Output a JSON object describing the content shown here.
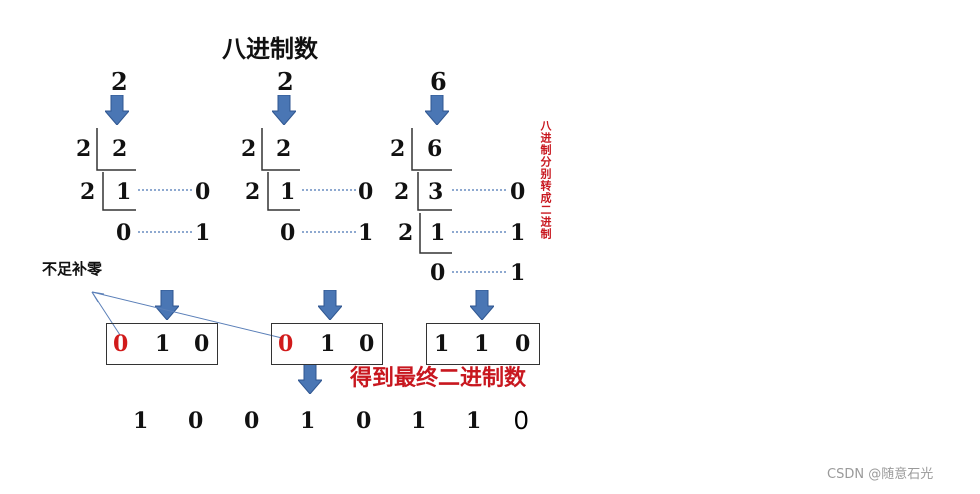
{
  "title": "八进制数",
  "octal_digits": [
    "2",
    "2",
    "6"
  ],
  "columns": [
    {
      "divisor_rows": [
        {
          "divisor": "2",
          "value": "2"
        },
        {
          "divisor": "2",
          "value": "1",
          "remainder": "0"
        },
        {
          "value": "0",
          "remainder": "1"
        }
      ],
      "result_bits": [
        "0",
        "1",
        "0"
      ]
    },
    {
      "divisor_rows": [
        {
          "divisor": "2",
          "value": "2"
        },
        {
          "divisor": "2",
          "value": "1",
          "remainder": "0"
        },
        {
          "value": "0",
          "remainder": "1"
        }
      ],
      "result_bits": [
        "0",
        "1",
        "0"
      ]
    },
    {
      "divisor_rows": [
        {
          "divisor": "2",
          "value": "6"
        },
        {
          "divisor": "2",
          "value": "3",
          "remainder": "0"
        },
        {
          "divisor": "2",
          "value": "1",
          "remainder": "1"
        },
        {
          "value": "0",
          "remainder": "1"
        }
      ],
      "result_bits": [
        "1",
        "1",
        "0"
      ]
    }
  ],
  "side_note": "八进制分别转成二进制",
  "pad_note": "不足补零",
  "final_label": "得到最终二进制数",
  "final_binary": [
    "1",
    "0",
    "0",
    "1",
    "0",
    "1",
    "1",
    "0"
  ],
  "watermark": "CSDN @随意石光",
  "colors": {
    "arrow": "#4a76b4",
    "highlight": "#d11a1a",
    "label": "#c8171f"
  }
}
